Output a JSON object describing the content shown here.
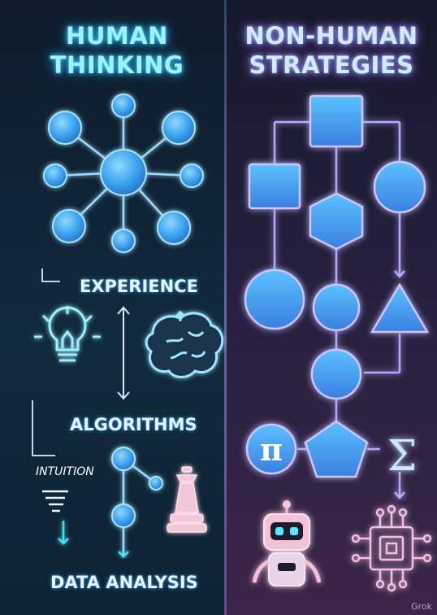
{
  "left_panel": {
    "title_line1": "HUMAN",
    "title_line2": "THINKING",
    "labels": {
      "experience": "EXPERIENCE",
      "algorithms": "ALGORITHMS",
      "data_analysis": "DATA ANALYSIS",
      "intuition": "INTUITION"
    }
  },
  "right_panel": {
    "title_line1": "NON-HUMAN",
    "title_line2": "STRATEGIES",
    "symbols": {
      "pi": "π",
      "sigma": "Σ"
    }
  },
  "watermark": "Grok",
  "colors": {
    "cyan_glow": "#38d7ff",
    "violet_glow": "#b070ff",
    "node_fill": "#2f8fe0"
  }
}
